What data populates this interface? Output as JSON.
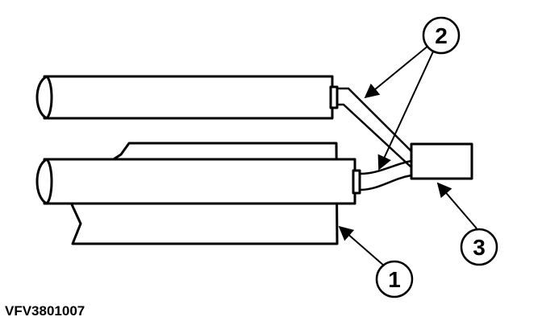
{
  "diagram": {
    "figure_code": "VFV3801007",
    "callouts": [
      {
        "label": "1"
      },
      {
        "label": "2"
      },
      {
        "label": "3"
      }
    ]
  }
}
